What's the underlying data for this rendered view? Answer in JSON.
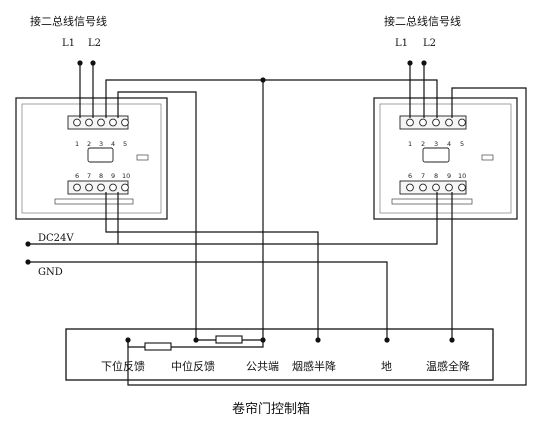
{
  "modules": [
    {
      "title": "接二总线信号线",
      "l1": "L1",
      "l2": "L2",
      "top_terminals": [
        "1",
        "2",
        "3",
        "4",
        "5"
      ],
      "bottom_terminals": [
        "6",
        "7",
        "8",
        "9",
        "10"
      ]
    },
    {
      "title": "接二总线信号线",
      "l1": "L1",
      "l2": "L2",
      "top_terminals": [
        "1",
        "2",
        "3",
        "4",
        "5"
      ],
      "bottom_terminals": [
        "6",
        "7",
        "8",
        "9",
        "10"
      ]
    }
  ],
  "power": {
    "dc24v": "DC24V",
    "gnd": "GND"
  },
  "control_box": {
    "title": "卷帘门控制箱",
    "terminals": [
      "下位反馈",
      "中位反馈",
      "公共端",
      "烟感半降",
      "地",
      "温感全降"
    ]
  }
}
